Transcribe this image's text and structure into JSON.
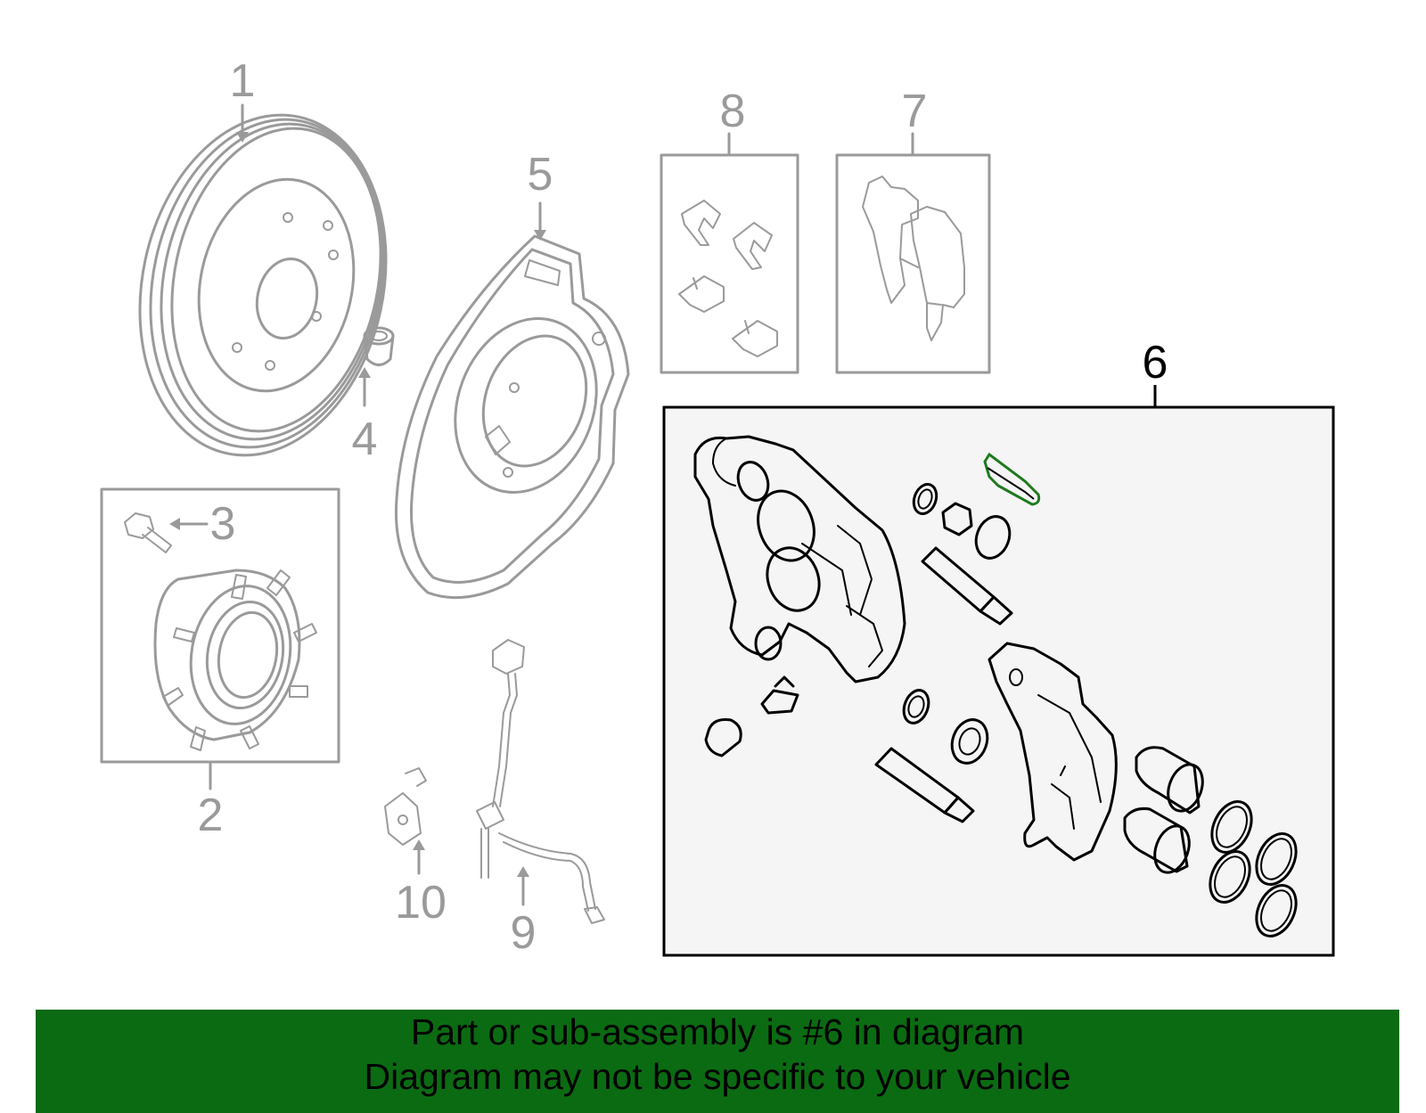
{
  "callouts": {
    "c1": "1",
    "c2": "2",
    "c3": "3",
    "c4": "4",
    "c5": "5",
    "c6": "6",
    "c7": "7",
    "c8": "8",
    "c9": "9",
    "c10": "10"
  },
  "highlighted_part": "6",
  "banner": {
    "line1": "Part or sub-assembly is #6 in diagram",
    "line2": "Diagram may not be specific to your vehicle"
  },
  "colors": {
    "banner_bg": "#0b6b12",
    "ghost_parts": "#9a9a9a",
    "active_part": "#000000",
    "clip_highlight": "#1e7a1e",
    "box6_fill": "#f5f5f5"
  }
}
